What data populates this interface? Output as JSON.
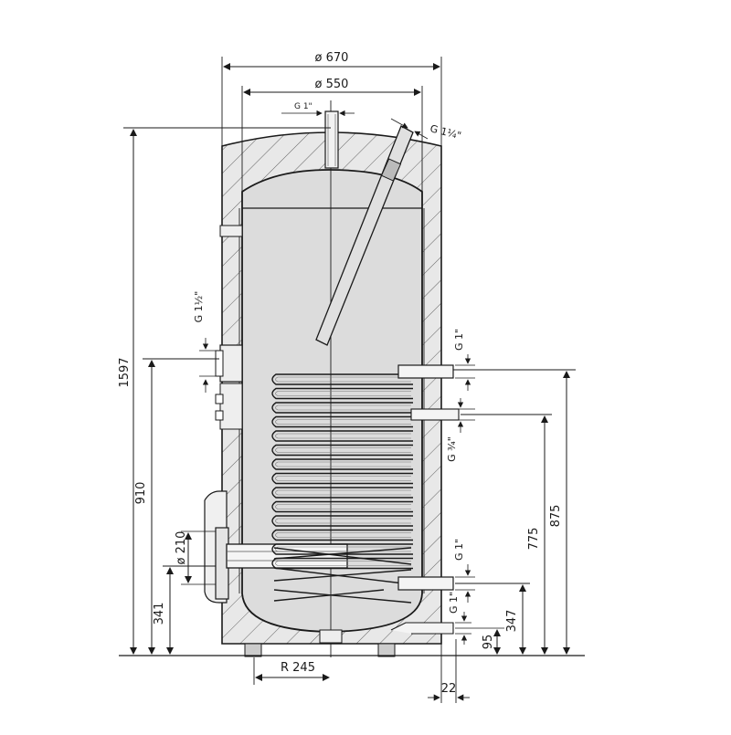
{
  "dimensions": {
    "outer_diameter": "ø 670",
    "inner_diameter": "ø 550",
    "height_total": "1597",
    "height_910": "910",
    "height_341": "341",
    "height_875": "875",
    "height_775": "775",
    "height_347": "347",
    "height_95": "95",
    "flange_diameter": "ø 210",
    "radius": "R 245",
    "offset_22": "22"
  },
  "connections": {
    "top_fitting": "G 1\"",
    "anode_fitting": "G 1¼\"",
    "side_fitting": "G 1½\"",
    "coil_upper_outlet": "G 1\"",
    "circulation": "G ¾\"",
    "coil_lower_inlet": "G 1\"",
    "cold_water_inlet": "G 1\""
  },
  "colors": {
    "line": "#1a1a1a",
    "insulation_fill": "#e6e6e6",
    "tank_fill": "#d9d9d9",
    "coil_fill": "#ffffff"
  }
}
